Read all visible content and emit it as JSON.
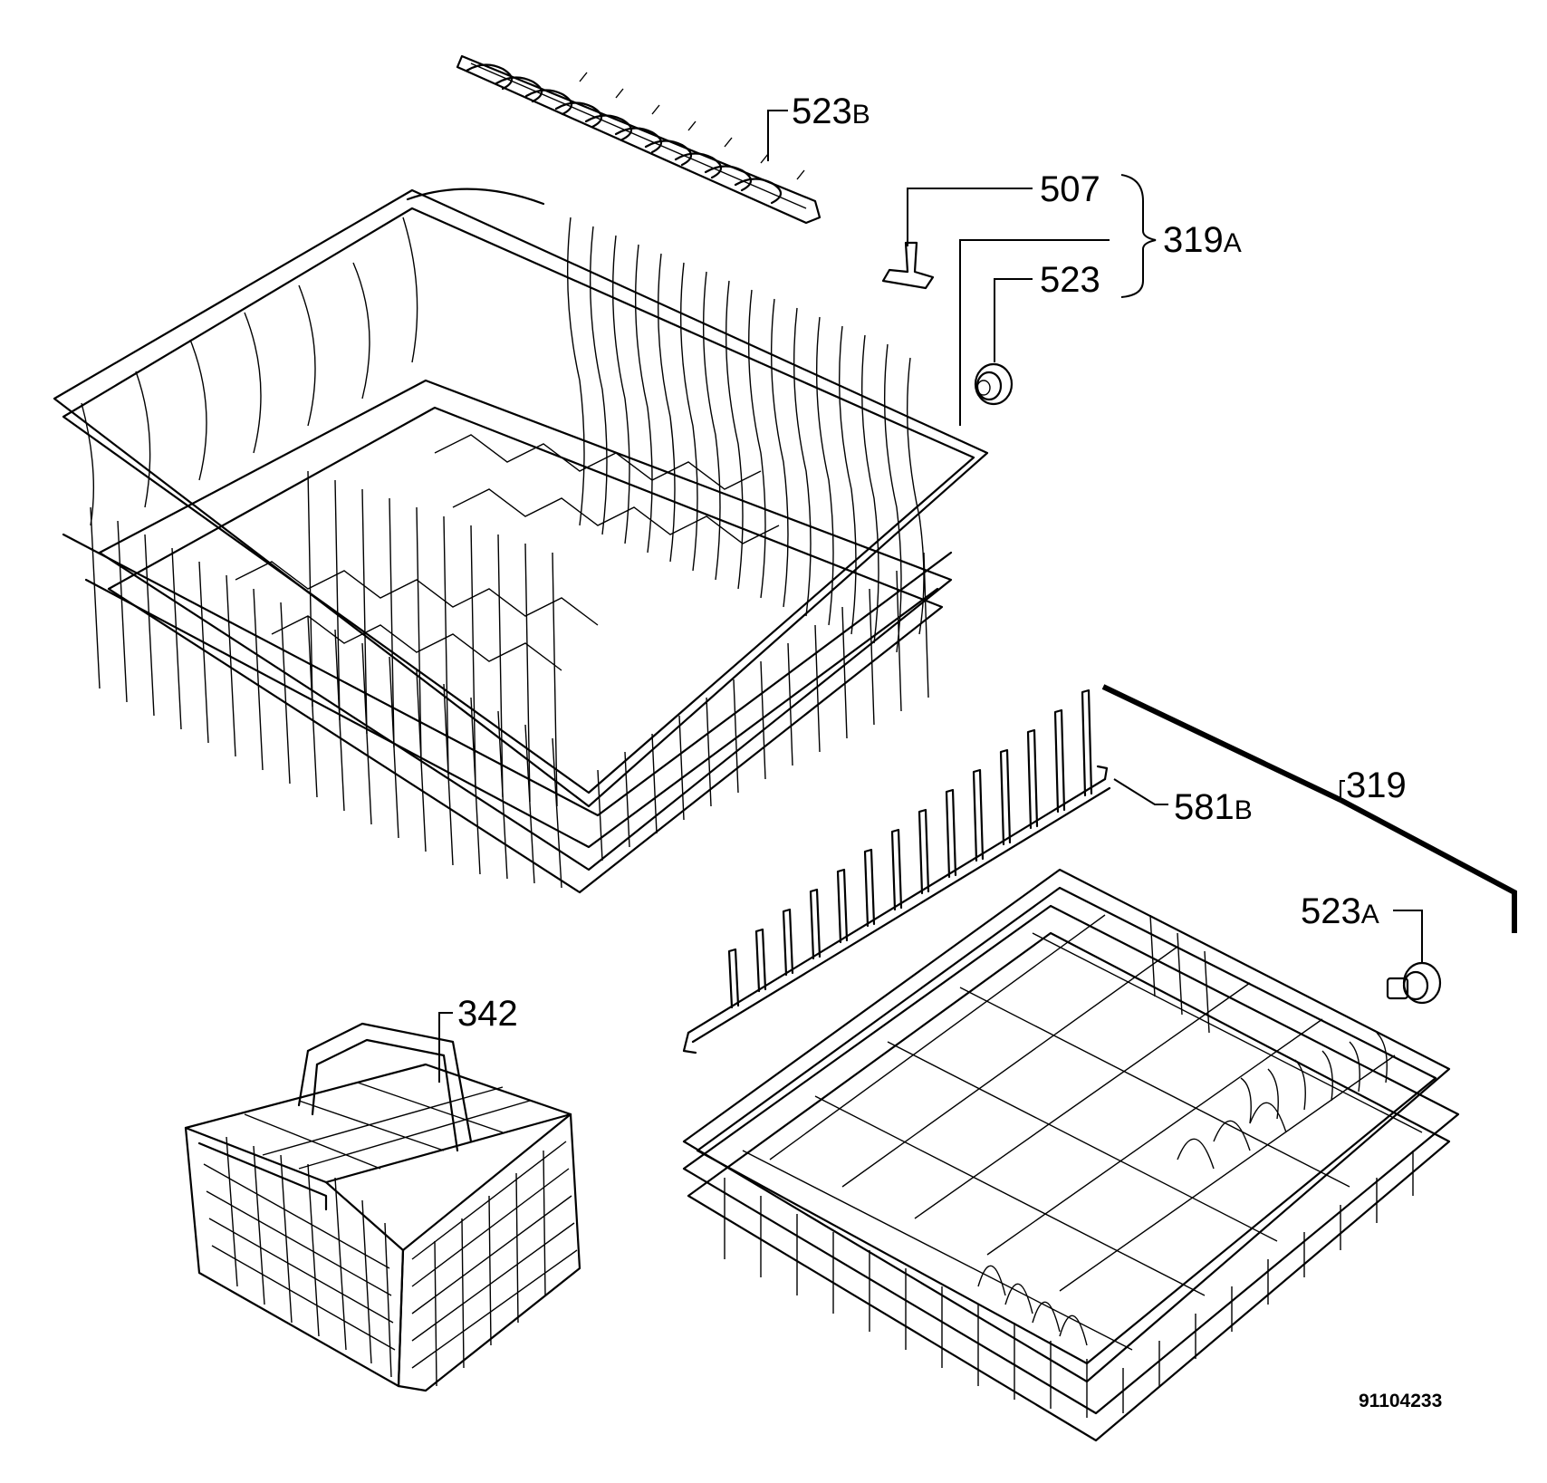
{
  "labels": {
    "l523b_num": "523",
    "l523b_suf": "B",
    "l507": "507",
    "l523": "523",
    "l319a_num": "319",
    "l319a_suf": "A",
    "l319": "319",
    "l581b_num": "581",
    "l581b_suf": "B",
    "l523a_num": "523",
    "l523a_suf": "A",
    "l342": "342"
  },
  "drawing_code": "91104233"
}
